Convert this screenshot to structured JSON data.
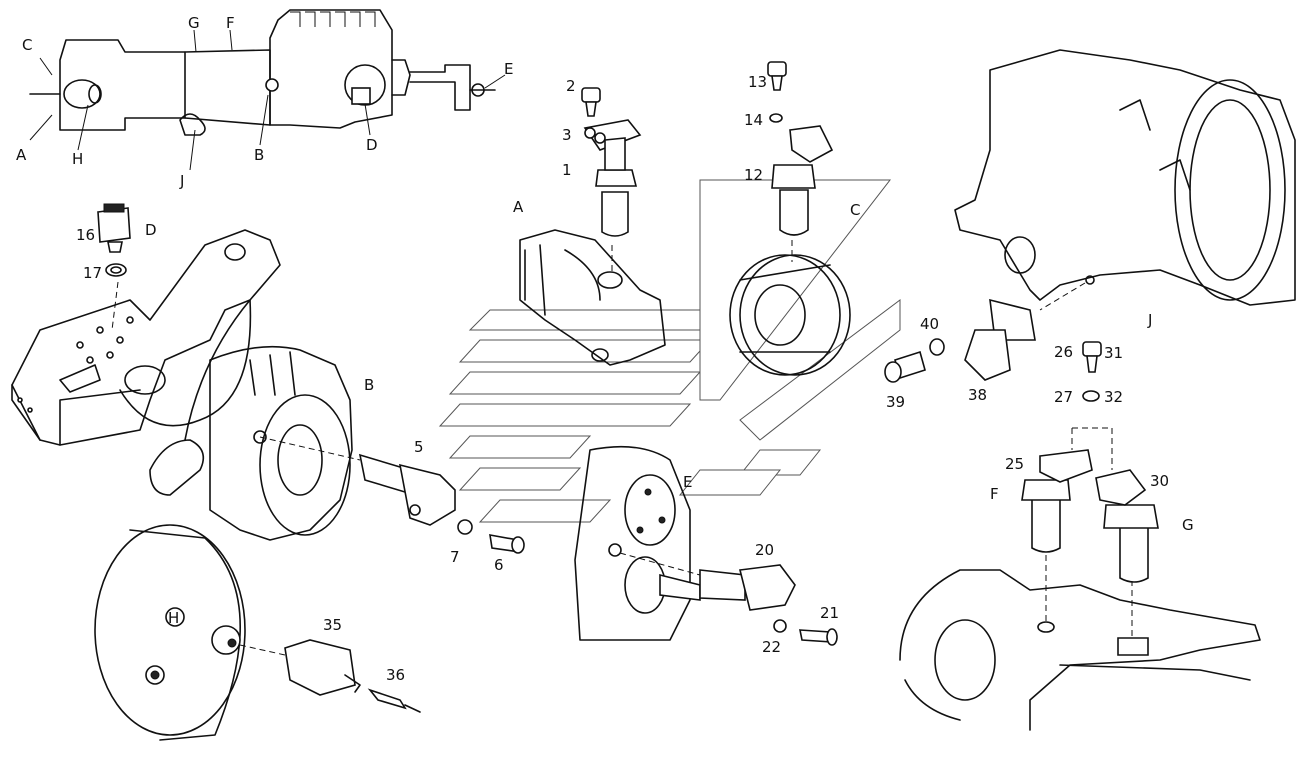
{
  "diagram": {
    "letter_labels": [
      "A",
      "B",
      "C",
      "D",
      "E",
      "F",
      "G",
      "H",
      "J"
    ],
    "part_numbers": [
      "1",
      "2",
      "3",
      "5",
      "6",
      "7",
      "12",
      "13",
      "14",
      "16",
      "17",
      "20",
      "21",
      "22",
      "25",
      "26",
      "27",
      "30",
      "31",
      "32",
      "35",
      "36",
      "38",
      "39",
      "40"
    ]
  },
  "callouts": {
    "overview_c": "C",
    "overview_g": "G",
    "overview_f": "F",
    "overview_e": "E",
    "overview_a": "A",
    "overview_h": "H",
    "overview_j": "J",
    "overview_b": "B",
    "overview_d": "D",
    "view_a": "A",
    "view_b": "B",
    "view_c": "C",
    "view_d": "D",
    "view_e": "E",
    "view_f": "F",
    "view_g": "G",
    "view_j": "J",
    "hub_h": "H",
    "p1": "1",
    "p2": "2",
    "p3": "3",
    "p5": "5",
    "p6": "6",
    "p7": "7",
    "p12": "12",
    "p13": "13",
    "p14": "14",
    "p16": "16",
    "p17": "17",
    "p20": "20",
    "p21": "21",
    "p22": "22",
    "p25": "25",
    "p26": "26",
    "p27": "27",
    "p30": "30",
    "p31": "31",
    "p32": "32",
    "p35": "35",
    "p36": "36",
    "p38": "38",
    "p39": "39",
    "p40": "40"
  }
}
